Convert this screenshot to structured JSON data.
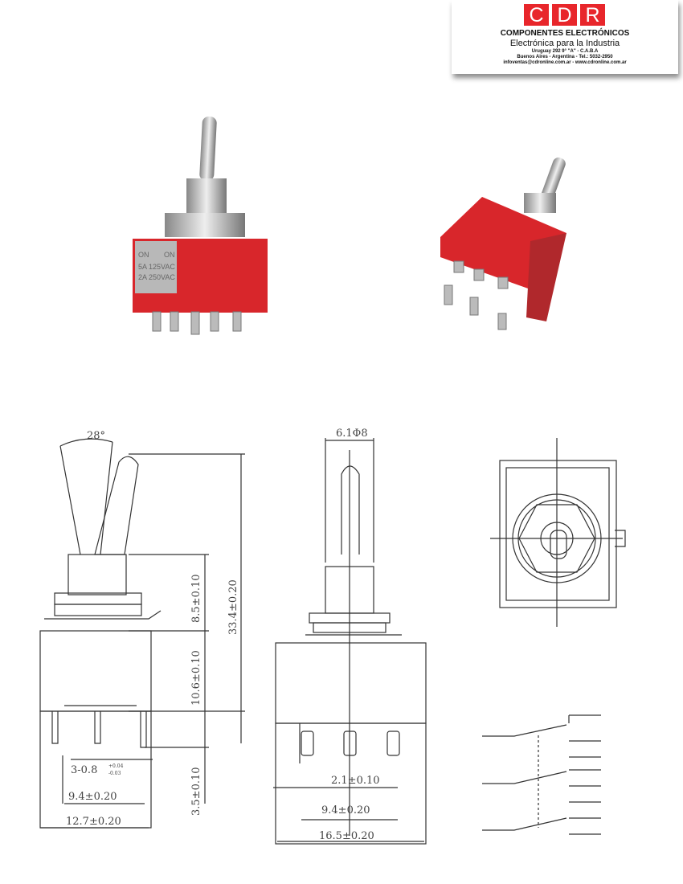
{
  "logo": {
    "letters": [
      "C",
      "D",
      "R"
    ],
    "line1": "COMPONENTES ELECTRÓNICOS",
    "line2": "Electrónica para la Industria",
    "line3": "Uruguay 292 9° \"A\" - C.A.B.A",
    "line4": "Buenos Aires - Argentina - Tel.: 5032-2950",
    "line5": "infoventas@cdronline.com.ar - www.cdronline.com.ar"
  },
  "photo": {
    "marking": [
      "ON",
      "ON",
      "5A 125VAC",
      "2A 250VAC"
    ]
  },
  "colors": {
    "brand": "#e8262b",
    "switch_body": "#d8262b"
  },
  "dimensions": {
    "angle": "28°",
    "handle_dia": "6.1Φ8",
    "height_upper": "8.5±0.10",
    "height_total": "33.4±0.20",
    "body_height": "10.6±0.10",
    "pin_length": "3.5±0.10",
    "pin_width": "3-0.8",
    "pin_tol_plus": "+0.04",
    "pin_tol_minus": "-0.03",
    "pin_span_side": "9.4±0.20",
    "width_side": "12.7±0.20",
    "pin_pitch": "2.1±0.10",
    "pin_span_front": "9.4±0.20",
    "width_front": "16.5±0.20"
  }
}
